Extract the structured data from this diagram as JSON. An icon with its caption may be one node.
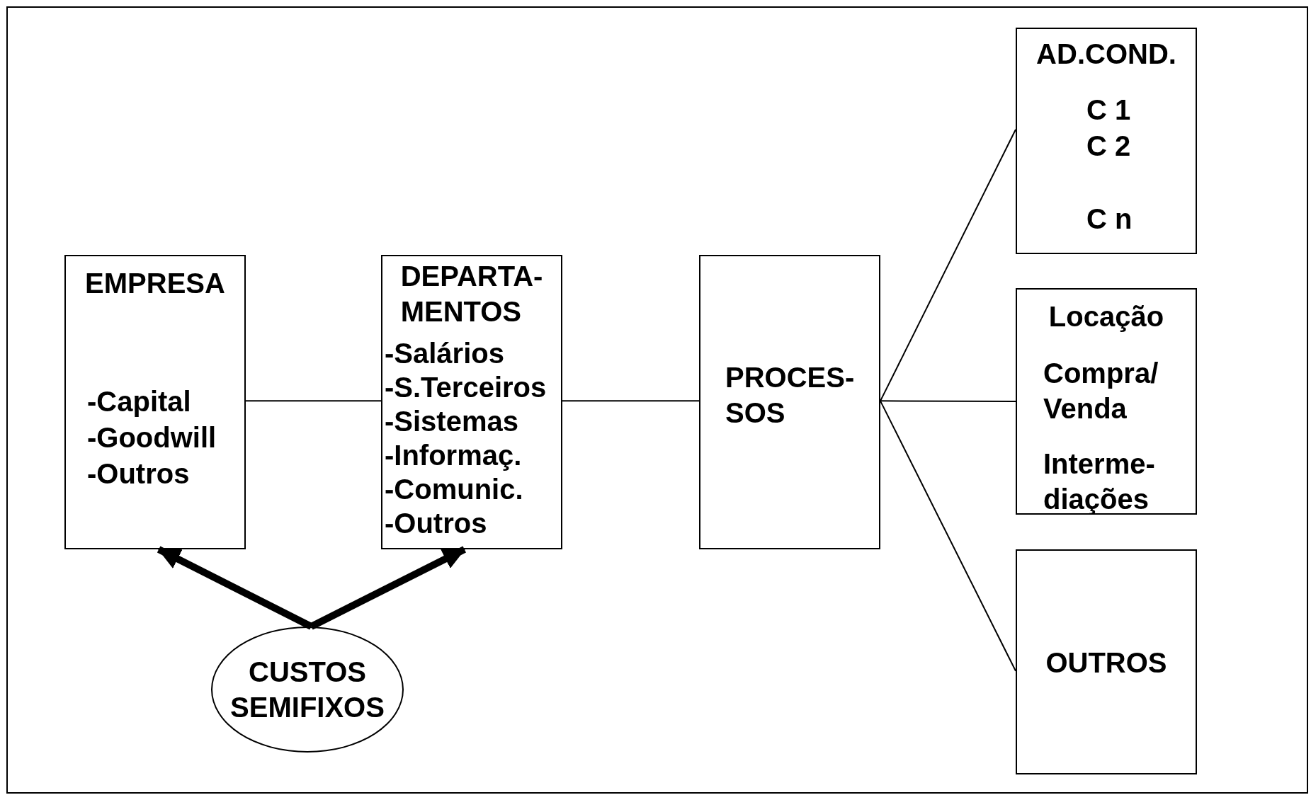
{
  "diagram": {
    "nodes": [
      {
        "text": [
          "EMPRESA",
          "-Capital",
          "-Goodwill",
          "-Outros"
        ]
      },
      {
        "text": [
          "DEPARTA- MENTOS",
          "-Salários",
          "-S.Terceiros",
          "-Sistemas",
          "-Informaç.",
          "-Comunic.",
          "-Outros"
        ]
      },
      {
        "text": [
          "PROCES- SOS"
        ]
      },
      {
        "text": [
          "AD.COND.",
          "C 1",
          "C 2",
          "C n"
        ]
      },
      {
        "text": [
          "Locação",
          "Compra/ Venda",
          "Interme- diações"
        ]
      },
      {
        "text": [
          "OUTROS"
        ]
      },
      {
        "text": [
          "CUSTOS SEMIFIXOS"
        ]
      }
    ],
    "edges": [
      {
        "from": 0,
        "to": 1,
        "arrow": "none"
      },
      {
        "from": 1,
        "to": 2,
        "arrow": "none"
      },
      {
        "from": 2,
        "to": 3,
        "arrow": "none"
      },
      {
        "from": 2,
        "to": 4,
        "arrow": "none"
      },
      {
        "from": 2,
        "to": 5,
        "arrow": "none"
      },
      {
        "from": 6,
        "to": 0,
        "arrow": "to",
        "style": "thick"
      },
      {
        "from": 6,
        "to": 1,
        "arrow": "to",
        "style": "thick"
      }
    ]
  }
}
